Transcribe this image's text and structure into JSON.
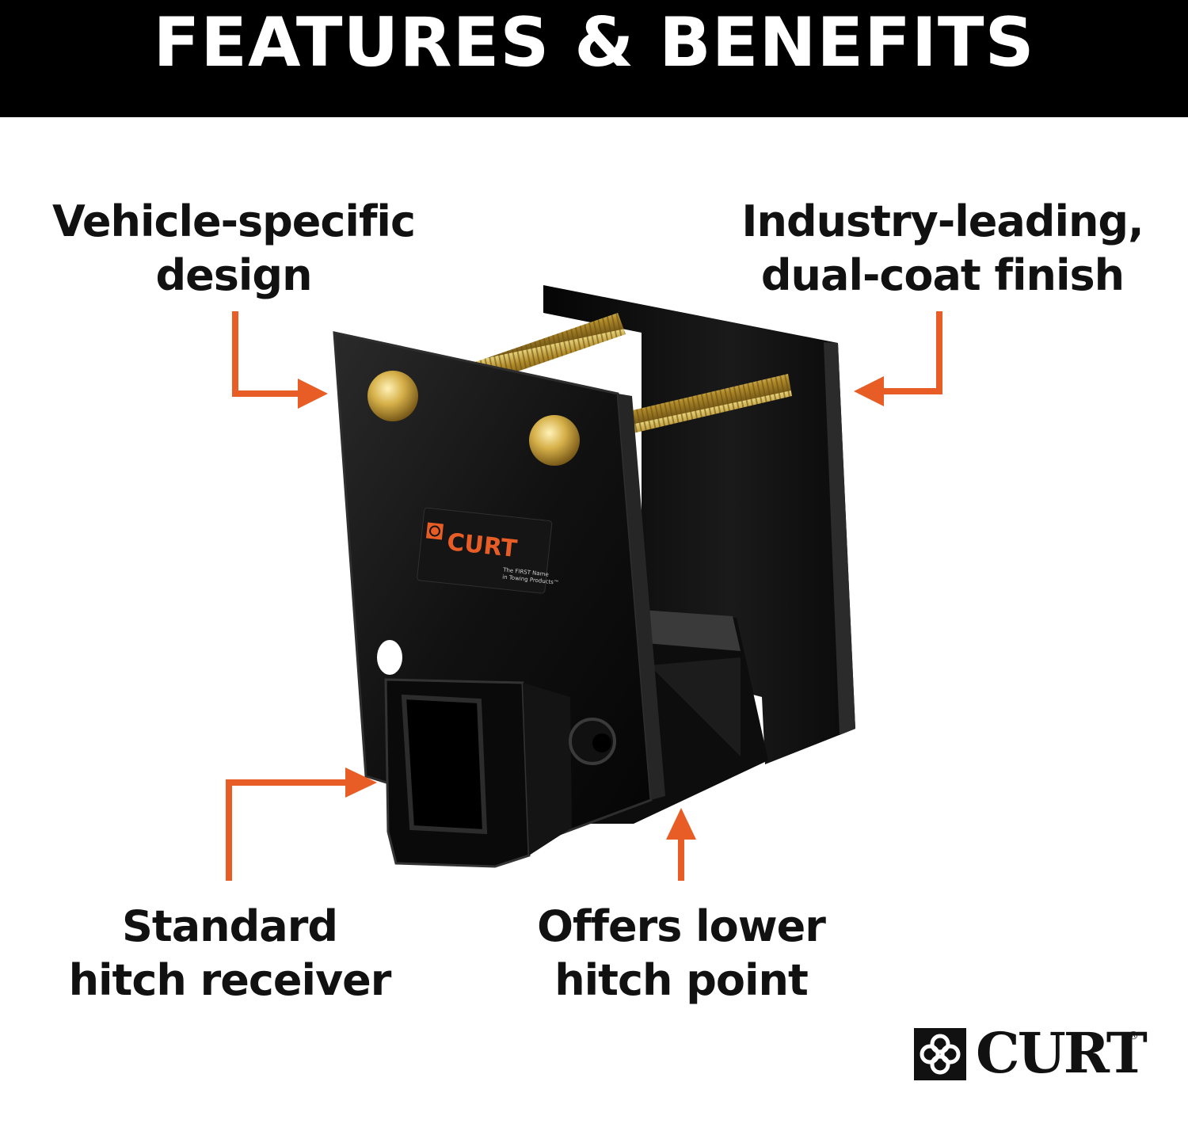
{
  "header": {
    "title": "FEATURES & BENEFITS"
  },
  "callouts": {
    "vehicle_specific": {
      "line1": "Vehicle-specific",
      "line2": "design"
    },
    "finish": {
      "line1": "Industry-leading,",
      "line2": "dual-coat finish"
    },
    "receiver": {
      "line1": "Standard",
      "line2": "hitch receiver"
    },
    "lower_point": {
      "line1": "Offers lower",
      "line2": "hitch point"
    }
  },
  "product_label": {
    "brand": "CURT",
    "tagline_line1": "The FIRST Name",
    "tagline_line2": "in Towing Products™"
  },
  "brand_logo": {
    "text": "CURT",
    "mark": "®"
  },
  "colors": {
    "accent_arrow": "#e85d26",
    "banner_bg": "#000000",
    "product_black": "#0b0b0b",
    "bolt_gold": "#c9a436"
  },
  "icons": {
    "arrows": [
      "arrow-right-icon",
      "arrow-left-icon",
      "arrow-right-icon",
      "arrow-up-icon"
    ],
    "logo": "curt-logo-icon"
  }
}
